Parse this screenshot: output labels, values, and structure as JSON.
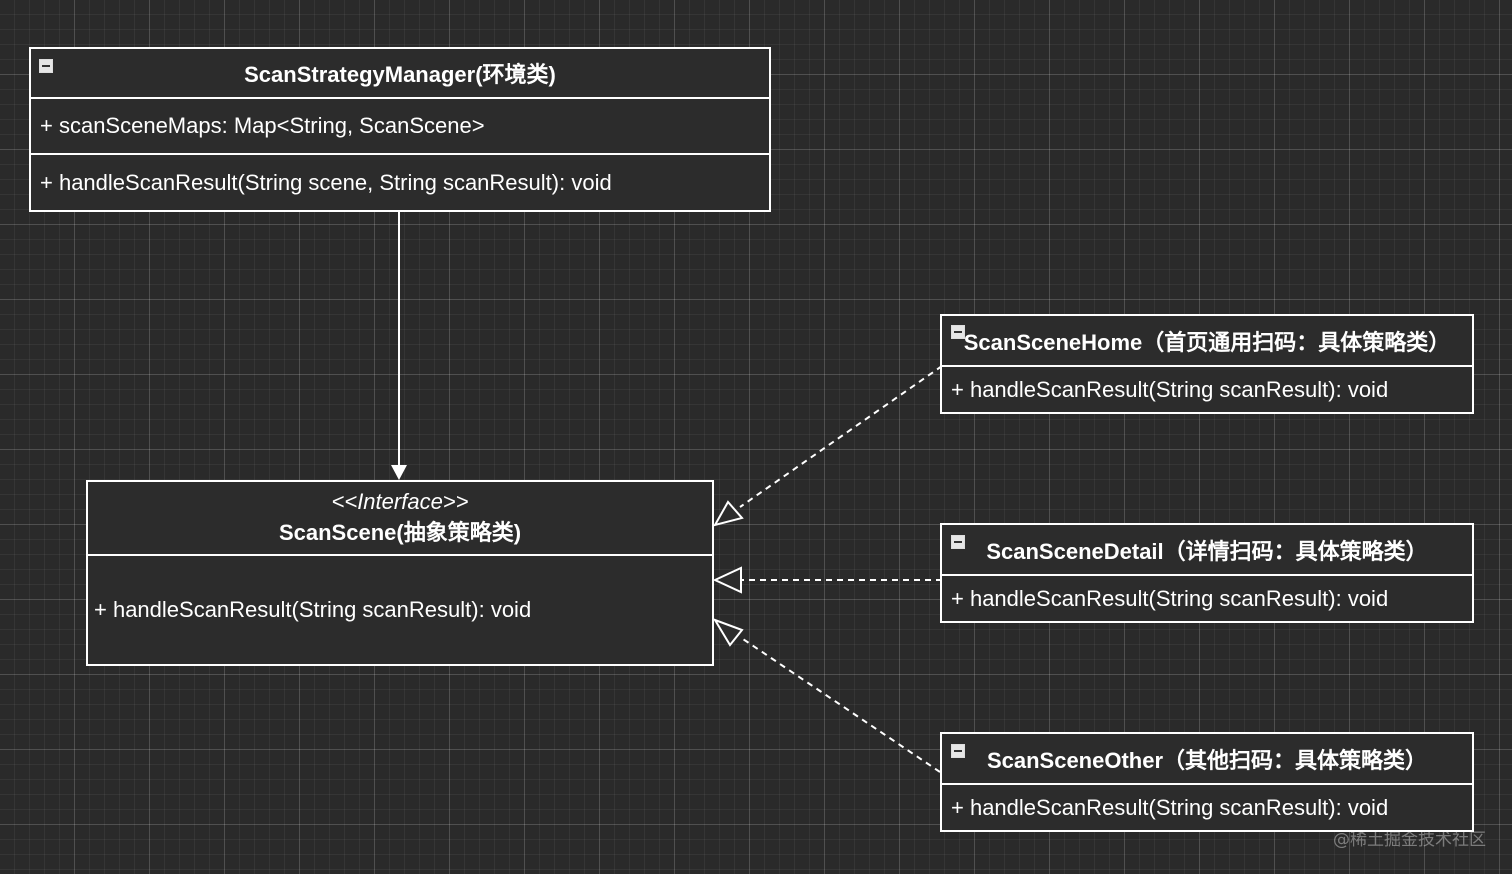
{
  "context_class": {
    "name": "ScanStrategyManager(环境类)",
    "attribute": "+ scanSceneMaps: Map<String, ScanScene>",
    "method": "+ handleScanResult(String scene, String scanResult): void"
  },
  "interface_class": {
    "stereotype": "<<Interface>>",
    "name": "ScanScene(抽象策略类)",
    "method": "+ handleScanResult(String scanResult): void"
  },
  "concrete_classes": [
    {
      "name": "ScanSceneHome（首页通用扫码：具体策略类）",
      "method": "+ handleScanResult(String scanResult): void"
    },
    {
      "name": "ScanSceneDetail（详情扫码：具体策略类）",
      "method": "+ handleScanResult(String scanResult): void"
    },
    {
      "name": "ScanSceneOther（其他扫码：具体策略类）",
      "method": "+ handleScanResult(String scanResult): void"
    }
  ],
  "watermark": "@稀土掘金技术社区",
  "colors": {
    "background": "#2a2a2a",
    "line": "#ffffff",
    "box": "#2c2c2c"
  },
  "icons": [
    "collapse-icon"
  ]
}
